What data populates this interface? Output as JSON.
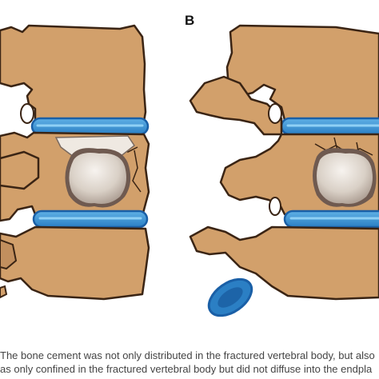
{
  "panel_labels": {
    "b": "B"
  },
  "caption": {
    "line1": "The bone cement was not only distributed in the fractured vertebral body, but also",
    "line2": "as only confined in the fractured vertebral body but did not diffuse into the endpla"
  },
  "colors": {
    "bone": "#d2a06b",
    "bone_outline": "#3a2414",
    "disc_blue": "#3c96d6",
    "disc_blue_dark": "#1a5fa6",
    "cement": "#ddd5cc",
    "cement_shadow": "#6f5a50",
    "cement_fill": "#f2eee9"
  }
}
